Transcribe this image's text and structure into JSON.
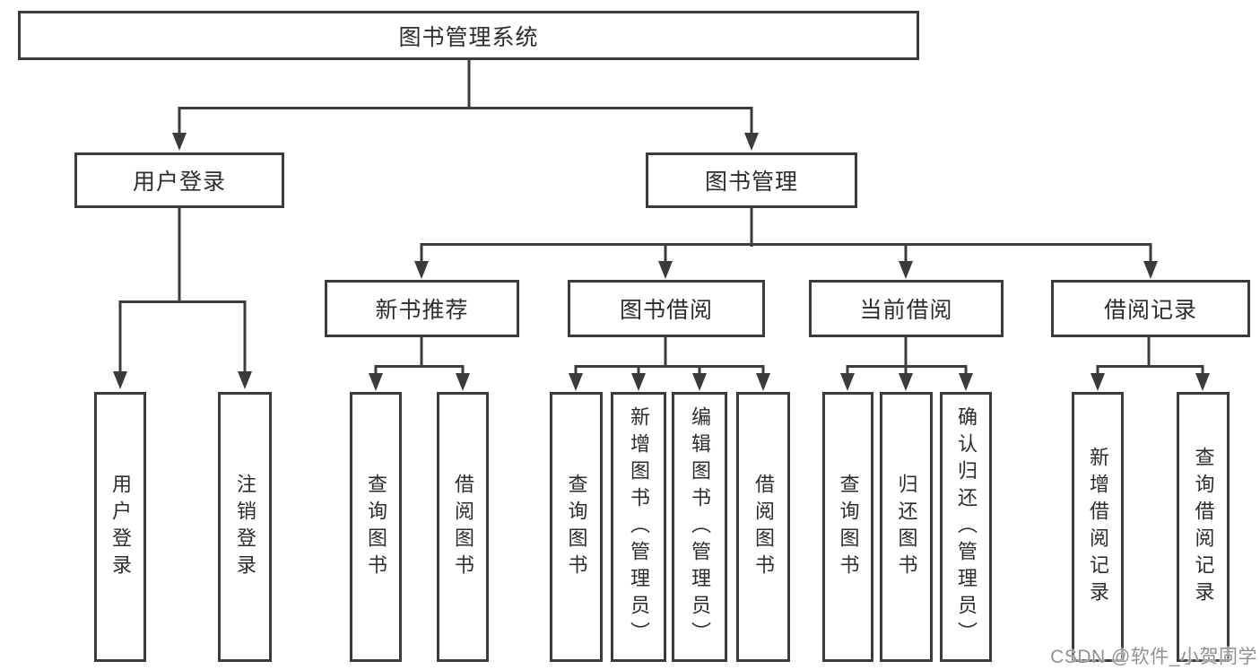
{
  "diagram": {
    "root": {
      "label": "图书管理系统"
    },
    "level2": [
      {
        "label": "用户登录"
      },
      {
        "label": "图书管理"
      }
    ],
    "level3": [
      {
        "label": "新书推荐"
      },
      {
        "label": "图书借阅"
      },
      {
        "label": "当前借阅"
      },
      {
        "label": "借阅记录"
      }
    ],
    "leaves": {
      "user_login": [
        "用户登录",
        "注销登录"
      ],
      "new_book_recommend": [
        "查询图书",
        "借阅图书"
      ],
      "book_borrow": [
        "查询图书",
        "新增图书（管理员）",
        "编辑图书（管理员）",
        "借阅图书"
      ],
      "current_borrow": [
        "查询图书",
        "归还图书",
        "确认归还（管理员）"
      ],
      "borrow_records": [
        "新增借阅记录",
        "查询借阅记录"
      ]
    }
  },
  "watermark": {
    "text": "CSDN @软件_小贺同学"
  },
  "colors": {
    "line": "#3b3b3b",
    "text": "#2d2d2d",
    "watermark": "#909090",
    "background": "#ffffff"
  }
}
